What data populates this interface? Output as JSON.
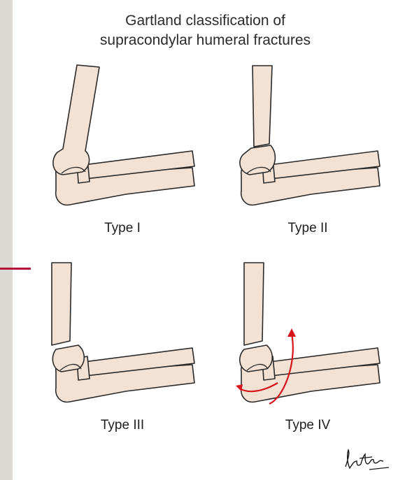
{
  "title": {
    "line1": "Gartland classification of",
    "line2": "supracondylar humeral fractures"
  },
  "panels": [
    {
      "label": "Type I"
    },
    {
      "label": "Type II"
    },
    {
      "label": "Type III"
    },
    {
      "label": "Type IV"
    }
  ],
  "colors": {
    "bone_fill": "#f3e1d3",
    "outline": "#2a2a2a",
    "accent": "#b3133b",
    "arrow": "#d6151c",
    "sidebar": "#dcd9d5"
  }
}
